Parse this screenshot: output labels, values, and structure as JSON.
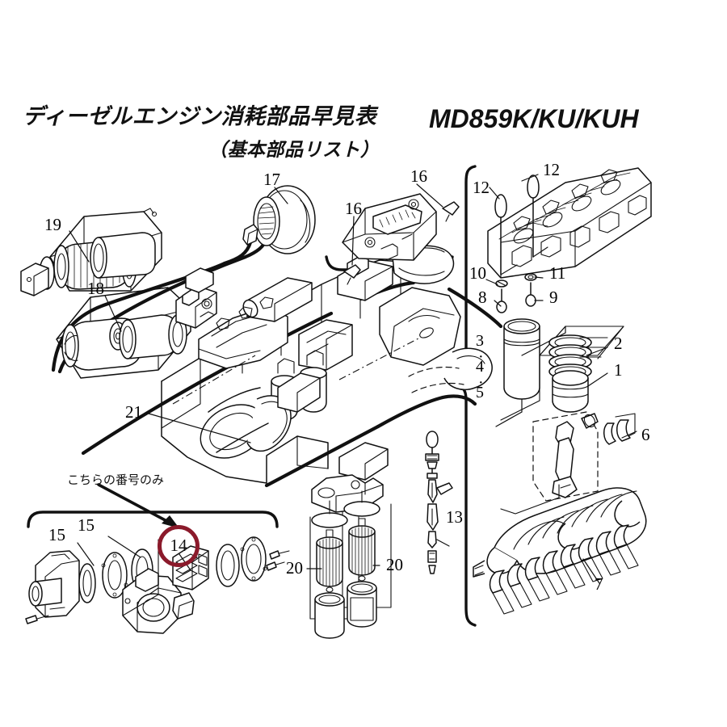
{
  "document": {
    "title_main": "ディーゼルエンジン消耗部品早見表",
    "title_sub": "（基本部品リスト）",
    "model_code": "MD859K/KU/KUH"
  },
  "annotation": {
    "note_text": "こちらの番号のみ",
    "highlight_color": "#8B1A2B",
    "highlighted_number": "14"
  },
  "callouts": [
    {
      "id": "n19",
      "label": "19"
    },
    {
      "id": "n18",
      "label": "18"
    },
    {
      "id": "n17",
      "label": "17"
    },
    {
      "id": "n16a",
      "label": "16"
    },
    {
      "id": "n16b",
      "label": "16"
    },
    {
      "id": "n12a",
      "label": "12"
    },
    {
      "id": "n12b",
      "label": "12"
    },
    {
      "id": "n10",
      "label": "10"
    },
    {
      "id": "n11",
      "label": "11"
    },
    {
      "id": "n8",
      "label": "8"
    },
    {
      "id": "n9",
      "label": "9"
    },
    {
      "id": "n345",
      "label": "3\n·\n4\n·\n5"
    },
    {
      "id": "n2",
      "label": "2"
    },
    {
      "id": "n1",
      "label": "1"
    },
    {
      "id": "n6",
      "label": "6"
    },
    {
      "id": "n7",
      "label": "7"
    },
    {
      "id": "n21",
      "label": "21"
    },
    {
      "id": "n13",
      "label": "13"
    },
    {
      "id": "n20a",
      "label": "20"
    },
    {
      "id": "n20b",
      "label": "20"
    },
    {
      "id": "n15a",
      "label": "15"
    },
    {
      "id": "n15b",
      "label": "15"
    },
    {
      "id": "n14",
      "label": "14"
    }
  ],
  "number_labels": {
    "n1": "1",
    "n2": "2",
    "n345": "3·4·5",
    "n6": "6",
    "n7": "7",
    "n8": "8",
    "n9": "9",
    "n10": "10",
    "n11": "11",
    "n12a": "12",
    "n12b": "12",
    "n13": "13",
    "n15a": "15",
    "n15b": "15",
    "n16a": "16",
    "n16b": "16",
    "n17": "17",
    "n18": "18",
    "n19": "19",
    "n20a": "20",
    "n20b": "20",
    "n21": "21",
    "n3": "3",
    "n4": "4",
    "n5": "5",
    "dot": "·"
  }
}
